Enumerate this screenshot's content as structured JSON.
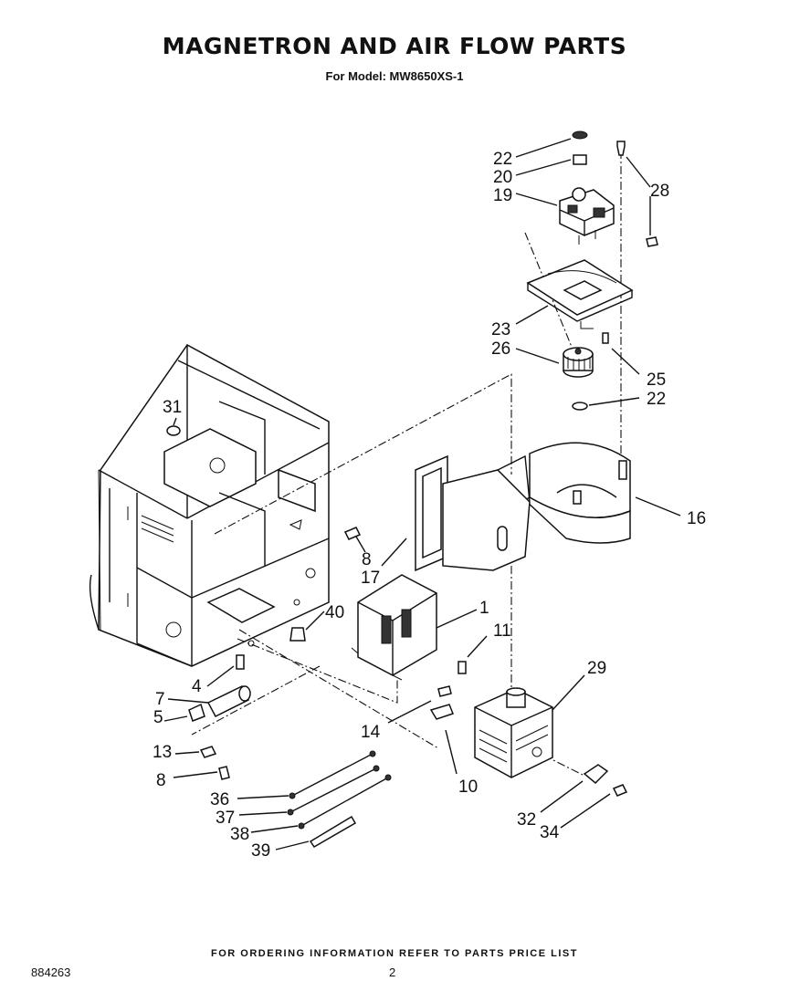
{
  "header": {
    "title": "MAGNETRON AND AIR FLOW PARTS",
    "subtitle": "For Model: MW8650XS-1"
  },
  "footer": {
    "note": "FOR ORDERING INFORMATION REFER TO PARTS PRICE LIST",
    "doc_id": "884263",
    "page": "2"
  },
  "callouts": {
    "c1": "1",
    "c4": "4",
    "c5": "5",
    "c7": "7",
    "c8a": "8",
    "c8b": "8",
    "c10": "10",
    "c11": "11",
    "c13": "13",
    "c14": "14",
    "c16": "16",
    "c17": "17",
    "c19": "19",
    "c20": "20",
    "c22a": "22",
    "c22b": "22",
    "c23": "23",
    "c25": "25",
    "c26": "26",
    "c28": "28",
    "c29": "29",
    "c31": "31",
    "c32": "32",
    "c34": "34",
    "c36": "36",
    "c37": "37",
    "c38": "38",
    "c39": "39",
    "c40": "40"
  }
}
